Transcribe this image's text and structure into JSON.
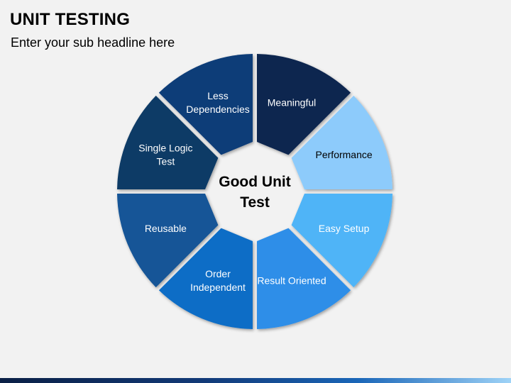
{
  "header": {
    "title": "UNIT TESTING",
    "subtitle": "Enter your sub headline here"
  },
  "diagram": {
    "center_label_line1": "Good Unit",
    "center_label_line2": "Test",
    "segments": [
      {
        "lines": [
          "Meaningful"
        ],
        "color": "#0b2550",
        "text_color": "#ffffff"
      },
      {
        "lines": [
          "Performance"
        ],
        "color": "#8dcbfb",
        "text_color": "#000000"
      },
      {
        "lines": [
          "Easy Setup"
        ],
        "color": "#4fb4f7",
        "text_color": "#ffffff"
      },
      {
        "lines": [
          "Result Oriented"
        ],
        "color": "#2f8ee8",
        "text_color": "#ffffff"
      },
      {
        "lines": [
          "Order",
          "Independent"
        ],
        "color": "#0f6dc6",
        "text_color": "#ffffff"
      },
      {
        "lines": [
          "Reusable"
        ],
        "color": "#125497",
        "text_color": "#ffffff"
      },
      {
        "lines": [
          "Single Logic",
          "Test"
        ],
        "color": "#0f3a66",
        "text_color": "#ffffff"
      },
      {
        "lines": [
          "Less",
          "Dependencies"
        ],
        "color": "#0f3c78",
        "text_color": "#ffffff"
      }
    ]
  }
}
